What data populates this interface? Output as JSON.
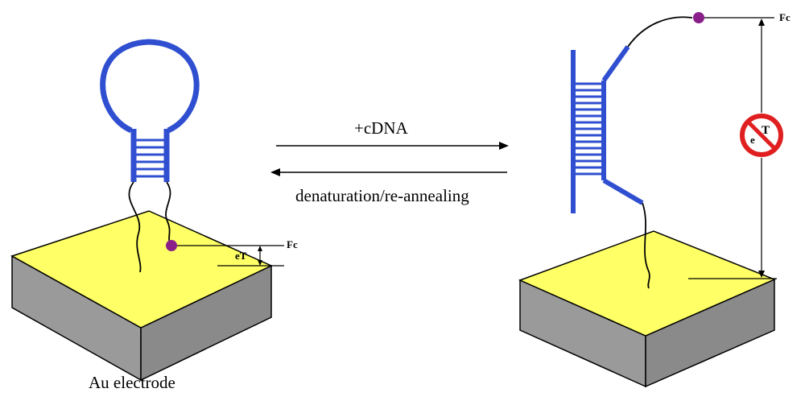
{
  "labels": {
    "electrode": "Au electrode",
    "forward": "+cDNA",
    "reverse": "denaturation/re-annealing",
    "fc_left": "Fc",
    "et_left": "eT",
    "fc_right": "Fc",
    "blocked_e": "e",
    "blocked_t": "T"
  },
  "colors": {
    "gold_top": "#ffff66",
    "block_side": "#9a9a9a",
    "dna": "#2f4fd0",
    "ferrocene": "#8a1f8a",
    "no_symbol": "#e02020"
  }
}
